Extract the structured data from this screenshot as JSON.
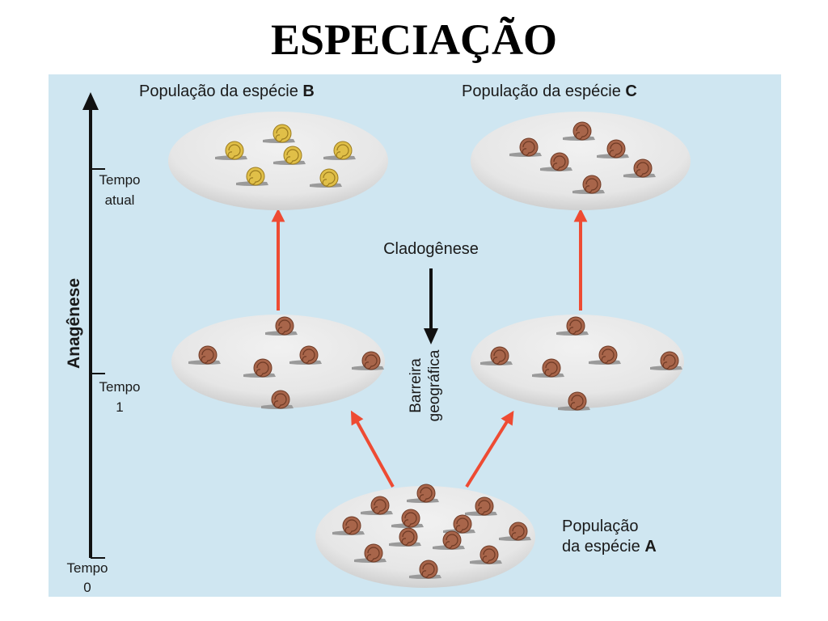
{
  "title": "ESPECIAÇÃO",
  "populations": {
    "b": {
      "label": "População da espécie",
      "letter": "B"
    },
    "c": {
      "label": "População da espécie",
      "letter": "C"
    },
    "a": {
      "line1": "População",
      "line2": "da espécie",
      "letter": "A"
    }
  },
  "time_labels": {
    "current": {
      "line1": "Tempo",
      "line2": "atual"
    },
    "t1": {
      "line1": "Tempo",
      "line2": "1"
    },
    "t0": {
      "line1": "Tempo",
      "line2": "0"
    }
  },
  "axis_label": "Anagênese",
  "cladogenesis_label": "Cladogênese",
  "barrier_label": {
    "line1": "Barreira",
    "line2": "geográfica"
  },
  "colors": {
    "panel_background": "#cfe6f1",
    "population_disc": "#ebebeb",
    "arrow_red": "#ee4b33",
    "snail_brown": "#a8654a",
    "snail_yellow": "#e0bf48"
  }
}
